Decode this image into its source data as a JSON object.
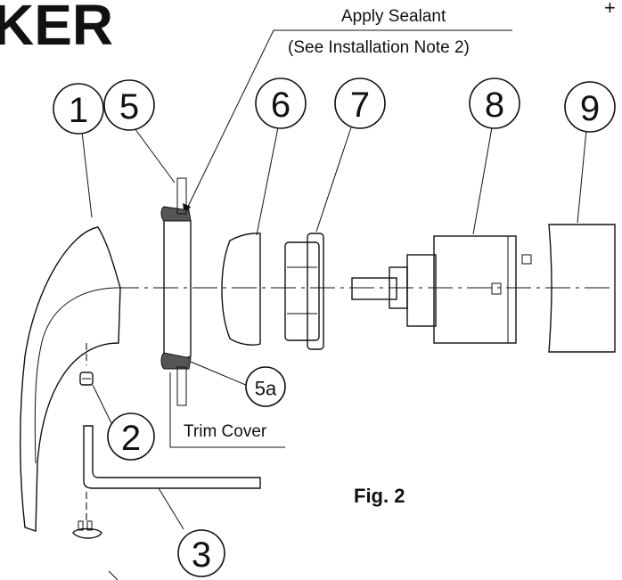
{
  "heading_fragment": "KER",
  "corner_mark": "+",
  "labels": {
    "apply_sealant": "Apply Sealant",
    "installation_note": "(See Installation Note 2)",
    "trim_cover": "Trim Cover",
    "figure": "Fig. 2"
  },
  "callouts": {
    "c1": "1",
    "c2": "2",
    "c3": "3",
    "c5": "5",
    "c5a": "5a",
    "c6": "6",
    "c7": "7",
    "c8": "8",
    "c9": "9"
  }
}
